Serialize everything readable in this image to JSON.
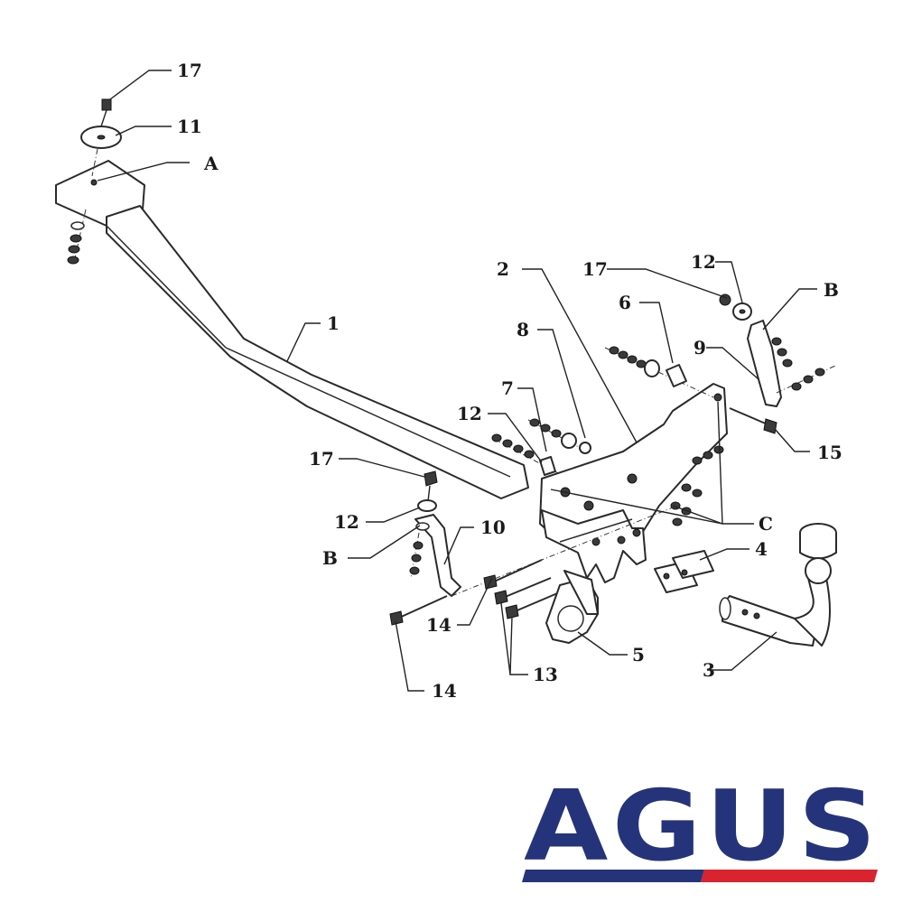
{
  "diagram": {
    "callouts": [
      {
        "id": "c17a",
        "text": "17"
      },
      {
        "id": "c11",
        "text": "11"
      },
      {
        "id": "cA",
        "text": "A"
      },
      {
        "id": "c1",
        "text": "1"
      },
      {
        "id": "c2",
        "text": "2"
      },
      {
        "id": "c17b",
        "text": "17"
      },
      {
        "id": "c12a",
        "text": "12"
      },
      {
        "id": "cBa",
        "text": "B"
      },
      {
        "id": "c6",
        "text": "6"
      },
      {
        "id": "c8",
        "text": "8"
      },
      {
        "id": "c9",
        "text": "9"
      },
      {
        "id": "c7",
        "text": "7"
      },
      {
        "id": "c12b",
        "text": "12"
      },
      {
        "id": "c15",
        "text": "15"
      },
      {
        "id": "c17c",
        "text": "17"
      },
      {
        "id": "c12c",
        "text": "12"
      },
      {
        "id": "cBb",
        "text": "B"
      },
      {
        "id": "c10",
        "text": "10"
      },
      {
        "id": "cC",
        "text": "C"
      },
      {
        "id": "c4",
        "text": "4"
      },
      {
        "id": "c14a",
        "text": "14"
      },
      {
        "id": "c5",
        "text": "5"
      },
      {
        "id": "c13",
        "text": "13"
      },
      {
        "id": "c3",
        "text": "3"
      },
      {
        "id": "c14b",
        "text": "14"
      }
    ]
  },
  "logo": {
    "text": "AGUS",
    "primary_color": "#25347a",
    "accent_color": "#d9232e"
  }
}
